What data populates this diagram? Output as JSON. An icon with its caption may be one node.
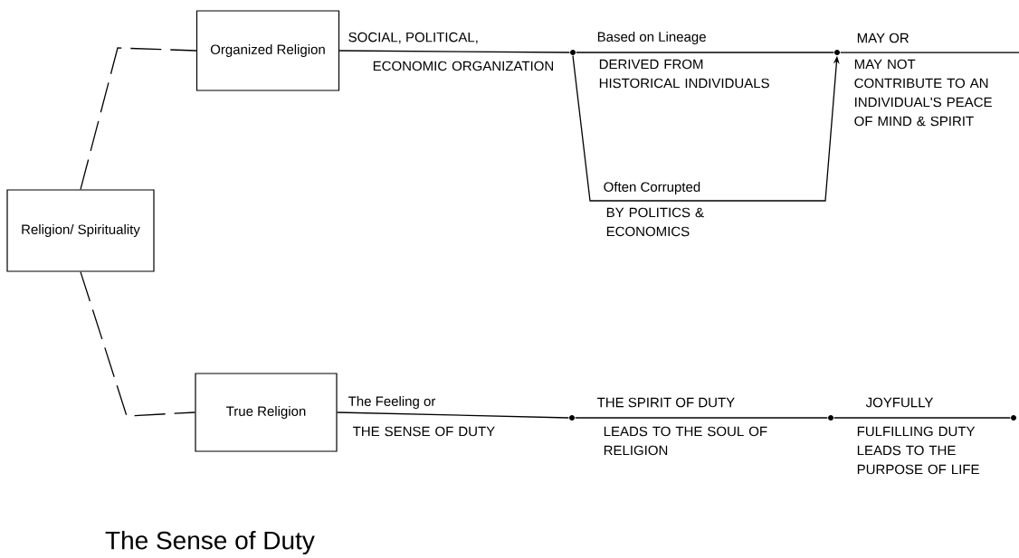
{
  "diagram": {
    "title": "The Sense of Duty",
    "nodes": [
      {
        "text": [
          "Religion/ Spirituality"
        ]
      },
      {
        "text": [
          "Organized Religion"
        ]
      },
      {
        "text": [
          "True Religion"
        ]
      },
      {
        "text": [],
        "shape": "circle"
      },
      {
        "text": [],
        "shape": "circle"
      },
      {
        "text": [],
        "shape": "circle"
      },
      {
        "text": [],
        "shape": "circle"
      },
      {
        "text": [],
        "shape": "circle"
      }
    ],
    "edges": [
      {
        "from": 0,
        "to": 1,
        "arrow": "none",
        "style": "dashed"
      },
      {
        "from": 0,
        "to": 2,
        "arrow": "none",
        "style": "dashed"
      },
      {
        "from": 1,
        "to": 3,
        "arrow": "none"
      },
      {
        "from": 3,
        "to": 4,
        "arrow": "none"
      },
      {
        "from": 3,
        "to": 4,
        "arrow": "to"
      },
      {
        "from": 4,
        "to": null,
        "arrow": "none"
      },
      {
        "from": 2,
        "to": 5,
        "arrow": "none"
      },
      {
        "from": 5,
        "to": 6,
        "arrow": "none"
      },
      {
        "from": 6,
        "to": 7,
        "arrow": "none"
      }
    ],
    "labels": [
      "SOCIAL, POLITICAL,",
      "ECONOMIC ORGANIZATION",
      "Based on Lineage",
      "DERIVED FROM HISTORICAL INDIVIDUALS",
      "MAY OR",
      "MAY NOT CONTRIBUTE TO AN INDIVIDUAL'S PEACE OF MIND & SPIRIT",
      "Often Corrupted",
      "BY POLITICS & ECONOMICS",
      "The Feeling or",
      "THE SENSE OF DUTY",
      "THE SPIRIT OF DUTY",
      "LEADS TO THE SOUL OF RELIGION",
      "JOYFULLY",
      "FULFILLING DUTY LEADS TO THE PURPOSE OF LIFE"
    ]
  }
}
